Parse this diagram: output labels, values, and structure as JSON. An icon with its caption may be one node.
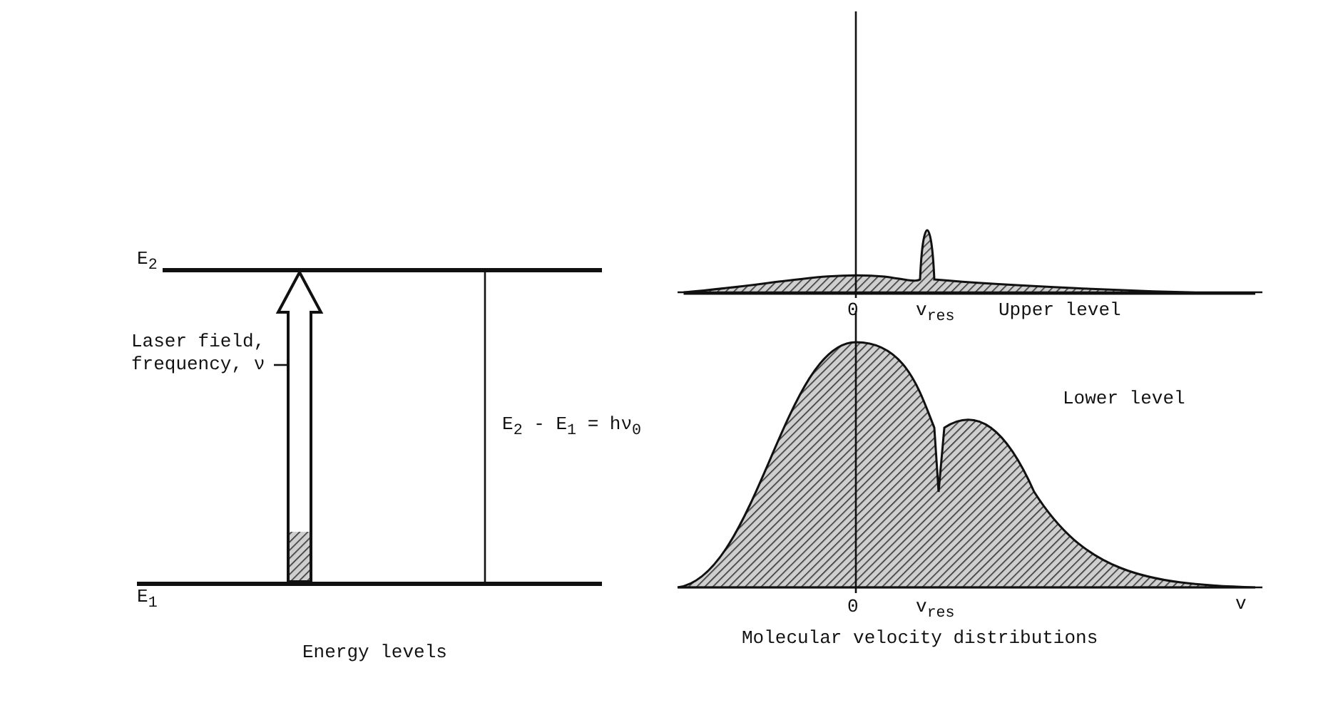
{
  "diagram": {
    "nodes": [
      {
        "text": [
          "E$_{2}$"
        ]
      },
      {
        "text": [
          "E$_{1}$"
        ]
      },
      {
        "text": [
          "Laser field, frequency, ν"
        ]
      }
    ],
    "edges": [
      {
        "from": 1,
        "to": 0,
        "arrow": "to",
        "style": "thick"
      },
      {
        "from": 2,
        "to": null,
        "arrow": "none"
      },
      {
        "from": 1,
        "to": 0,
        "arrow": "none",
        "label": "E$_{2}$ - E$_{1}$ = hν$_{0}$"
      }
    ],
    "labels": [
      "Energy levels",
      "0",
      "v$_{res}$",
      "Upper level",
      "Lower level",
      "0",
      "v$_{res}$",
      "v",
      "Molecular velocity distributions"
    ]
  }
}
